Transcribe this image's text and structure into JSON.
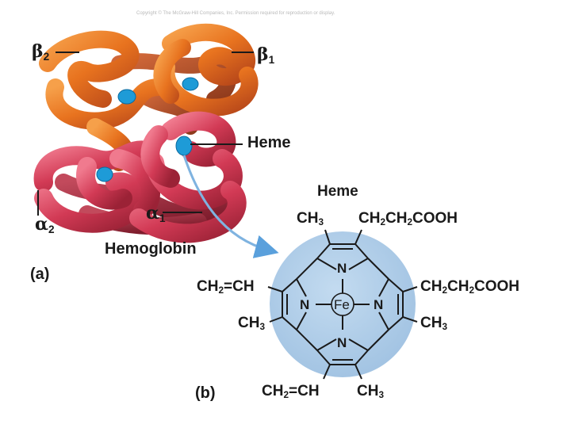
{
  "copyright": "Copyright © The McGraw-Hill Companies, Inc. Permission required for reproduction or display.",
  "hemoglobin": {
    "label_a": "(a)",
    "title": "Hemoglobin",
    "heme_label": "Heme",
    "beta2": {
      "letter": "β",
      "index": "2"
    },
    "beta1": {
      "letter": "β",
      "index": "1"
    },
    "alpha2": {
      "letter": "α",
      "index": "2"
    },
    "alpha1": {
      "letter": "α",
      "index": "1"
    }
  },
  "heme_structure": {
    "label_b": "(b)",
    "title": "Heme",
    "iron": "Fe",
    "nitrogen": "N",
    "top_left": {
      "main": "CH",
      "sub": "3"
    },
    "top_right": {
      "a": "CH",
      "s1": "2",
      "b": "CH",
      "s2": "2",
      "c": "COOH"
    },
    "right_upper": {
      "a": "CH",
      "s1": "2",
      "b": "CH",
      "s2": "2",
      "c": "COOH"
    },
    "right_lower": {
      "main": "CH",
      "sub": "3"
    },
    "left_upper": {
      "a": "CH",
      "s1": "2",
      "b": "=CH"
    },
    "left_lower": {
      "main": "CH",
      "sub": "3"
    },
    "bottom_left": {
      "a": "CH",
      "s1": "2",
      "b": "=CH"
    },
    "bottom_right": {
      "main": "CH",
      "sub": "3"
    }
  },
  "colors": {
    "beta_chain": "#e8731f",
    "beta_dark": "#b8481a",
    "alpha_chain": "#d23a55",
    "alpha_dark": "#a9283f",
    "heme_group": "#1e9bd7",
    "porphyrin_disc": "#a9c9e6",
    "arrow": "#7fb3e0"
  }
}
